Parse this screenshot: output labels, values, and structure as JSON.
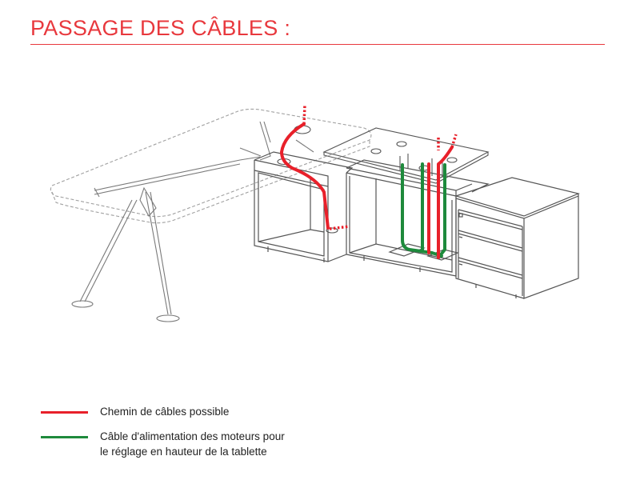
{
  "title": "PASSAGE DES CÂBLES :",
  "colors": {
    "accent": "#e8383d",
    "cable_path": "#e8202a",
    "motor_cable": "#1e8a3c",
    "drawing": "#555555",
    "ghost": "#9a9a9a"
  },
  "legend": [
    {
      "label": "Chemin de câbles possible",
      "color": "#e8202a"
    },
    {
      "label_line1": "Câble d'alimentation des moteurs pour",
      "label_line2": "le réglage en hauteur de la tablette",
      "color": "#1e8a3c"
    }
  ]
}
